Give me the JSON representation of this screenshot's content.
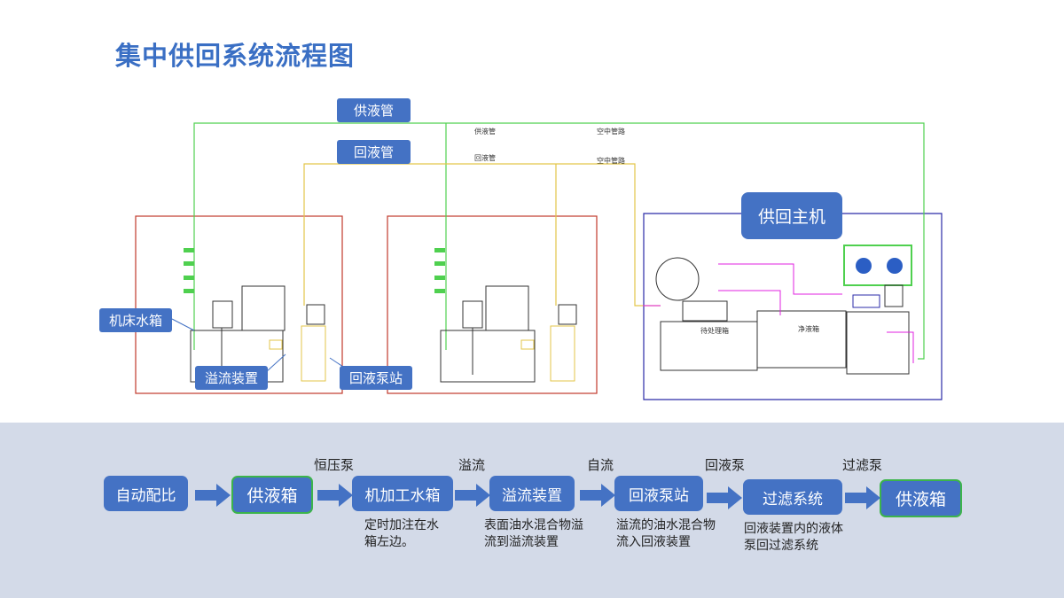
{
  "title": "集中供回系统流程图",
  "diagram": {
    "supply_pipe_label": "供液管",
    "return_pipe_label": "回液管",
    "main_unit_label": "供回主机",
    "machine_tank_label": "机床水箱",
    "overflow_device_label": "溢流装置",
    "return_pump_label": "回液泵站",
    "small_label_supply": "供液管",
    "small_label_return": "回液管",
    "small_label_air1": "空中管路",
    "small_label_air2": "空中管路",
    "dirty_tank": "待处理箱",
    "clean_tank": "净液箱"
  },
  "flow": {
    "steps": [
      "自动配比",
      "供液箱",
      "机加工水箱",
      "溢流装置",
      "回液泵站",
      "过滤系统",
      "供液箱"
    ],
    "above_labels": [
      "恒压泵",
      "溢流",
      "自流",
      "回液泵",
      "过滤泵"
    ],
    "notes": [
      "定时加注在水箱左边。",
      "表面油水混合物溢流到溢流装置",
      "溢流的油水混合物流入回液装置",
      "回液装置内的液体泵回过滤系统"
    ]
  },
  "colors": {
    "accent": "#4472c4",
    "supply_line": "#4fd04f",
    "return_line": "#e3c64a",
    "machine_frame": "#c0392b",
    "host_frame": "#2b2ba8",
    "magenta": "#e020e0"
  }
}
